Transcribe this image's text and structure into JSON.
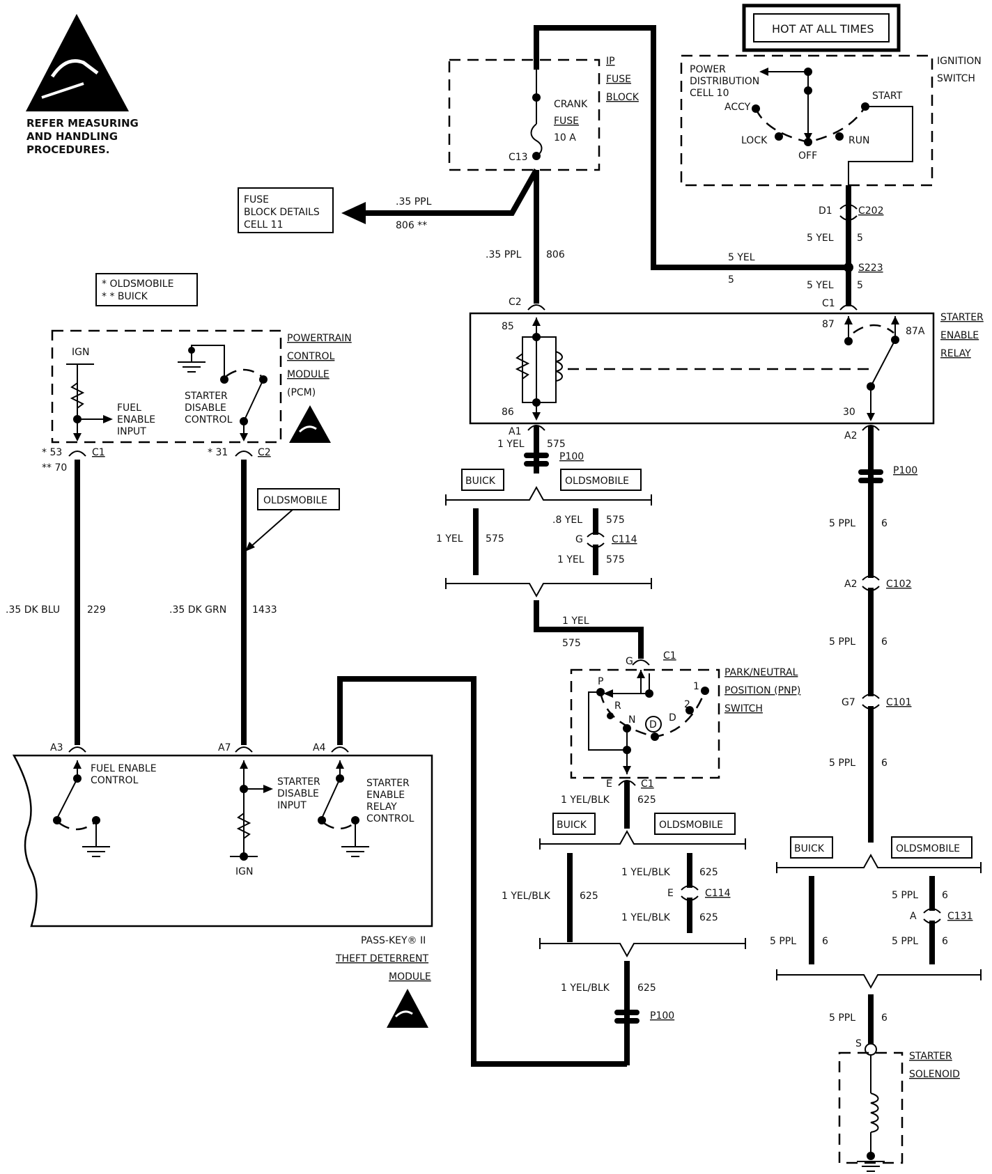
{
  "esd_note": [
    "REFER MEASURING",
    "AND HANDLING",
    "PROCEDURES."
  ],
  "hot_label": "HOT AT ALL TIMES",
  "legend": [
    "* OLDSMOBILE",
    "* * BUICK"
  ],
  "fuse_details": [
    "FUSE",
    "BLOCK DETAILS",
    "CELL 11"
  ],
  "ip_fuse_block": {
    "title": [
      "IP",
      "FUSE",
      "BLOCK"
    ],
    "fuse": [
      "CRANK",
      "FUSE",
      "10 A"
    ],
    "terminal": "C13"
  },
  "ignition_switch": {
    "title": [
      "IGNITION",
      "SWITCH"
    ],
    "pdc": [
      "POWER",
      "DISTRIBUTION",
      "CELL 10"
    ],
    "positions": {
      "accy": "ACCY",
      "lock": "LOCK",
      "off": "OFF",
      "run": "RUN",
      "start": "START"
    }
  },
  "wires_top": {
    "fuse_out_gauge": ".35 PPL",
    "fuse_out_circuit": "806 **",
    "fuse_down_gauge": ".35 PPL",
    "fuse_down_circuit": "806",
    "d1": "D1",
    "c202": "C202",
    "yel1_gauge": "5 YEL",
    "yel1_circuit": "5",
    "yel2_gauge": "5 YEL",
    "yel2_circuit": "5",
    "s223": "S223",
    "yel3_gauge": "5 YEL",
    "yel3_circuit": "5"
  },
  "starter_relay": {
    "title": [
      "STARTER",
      "ENABLE",
      "RELAY"
    ],
    "c2": "C2",
    "c1": "C1",
    "t85": "85",
    "t86": "86",
    "t87": "87",
    "t87a": "87A",
    "t30": "30"
  },
  "pcm": {
    "title": [
      "POWERTRAIN",
      "CONTROL",
      "MODULE",
      "(PCM)"
    ],
    "ign": "IGN",
    "fuel_input": [
      "FUEL",
      "ENABLE",
      "INPUT"
    ],
    "starter_ctrl": [
      "STARTER",
      "DISABLE",
      "CONTROL"
    ],
    "pin1_a": "* 53",
    "pin1_b": "** 70",
    "conn1": "C1",
    "pin2": "* 31",
    "conn2": "C2"
  },
  "olds_callout": "OLDSMOBILE",
  "pcm_wires": {
    "w1_gauge": ".35 DK BLU",
    "w1_circuit": "229",
    "w2_gauge": ".35 DK GRN",
    "w2_circuit": "1433"
  },
  "passkey": {
    "title": [
      "PASS-KEY® II",
      "THEFT DETERRENT",
      "MODULE"
    ],
    "a3": "A3",
    "a7": "A7",
    "a4": "A4",
    "fuel_ctrl": [
      "FUEL ENABLE",
      "CONTROL"
    ],
    "starter_input": [
      "STARTER",
      "DISABLE",
      "INPUT"
    ],
    "relay_ctrl": [
      "STARTER",
      "ENABLE",
      "RELAY",
      "CONTROL"
    ],
    "ign": "IGN"
  },
  "relay_out_left": {
    "a1": "A1",
    "gauge": "1 YEL",
    "circuit": "575",
    "p100": "P100",
    "buick": "BUICK",
    "olds": "OLDSMOBILE",
    "buick_gauge": "1 YEL",
    "buick_circuit": "575",
    "olds_top_gauge": ".8 YEL",
    "olds_top_circuit": "575",
    "olds_conn_pin": "G",
    "olds_conn": "C114",
    "olds_bot_gauge": "1 YEL",
    "olds_bot_circuit": "575",
    "merge_gauge": "1 YEL",
    "merge_circuit": "575"
  },
  "pnp": {
    "title": [
      "PARK/NEUTRAL",
      "POSITION (PNP)",
      "SWITCH"
    ],
    "in_pin": "G",
    "in_conn": "C1",
    "out_pin": "E",
    "out_conn": "C1",
    "p": "P",
    "r": "R",
    "n": "N",
    "d_circle": "D",
    "d": "D",
    "two": "2",
    "one": "1"
  },
  "pnp_out": {
    "gauge": "1 YEL/BLK",
    "circuit": "625",
    "buick": "BUICK",
    "olds": "OLDSMOBILE",
    "buick_gauge": "1 YEL/BLK",
    "buick_circuit": "625",
    "olds_top_gauge": "1 YEL/BLK",
    "olds_top_circuit": "625",
    "olds_conn_pin": "E",
    "olds_conn": "C114",
    "olds_bot_gauge": "1 YEL/BLK",
    "olds_bot_circuit": "625",
    "merge_gauge": "1 YEL/BLK",
    "merge_circuit": "625",
    "p100": "P100"
  },
  "relay_out_right": {
    "a2": "A2",
    "p100": "P100",
    "seg1_gauge": "5 PPL",
    "seg1_circuit": "6",
    "c102_pin": "A2",
    "c102": "C102",
    "seg2_gauge": "5 PPL",
    "seg2_circuit": "6",
    "c101_pin": "G7",
    "c101": "C101",
    "seg3_gauge": "5 PPL",
    "seg3_circuit": "6",
    "buick": "BUICK",
    "olds": "OLDSMOBILE",
    "buick_gauge": "5 PPL",
    "buick_circuit": "6",
    "olds_top_gauge": "5 PPL",
    "olds_top_circuit": "6",
    "olds_conn_pin": "A",
    "olds_conn": "C131",
    "olds_bot_gauge": "5 PPL",
    "olds_bot_circuit": "6",
    "merge_gauge": "5 PPL",
    "merge_circuit": "6"
  },
  "solenoid": {
    "title": [
      "STARTER",
      "SOLENOID"
    ],
    "pin": "S"
  }
}
